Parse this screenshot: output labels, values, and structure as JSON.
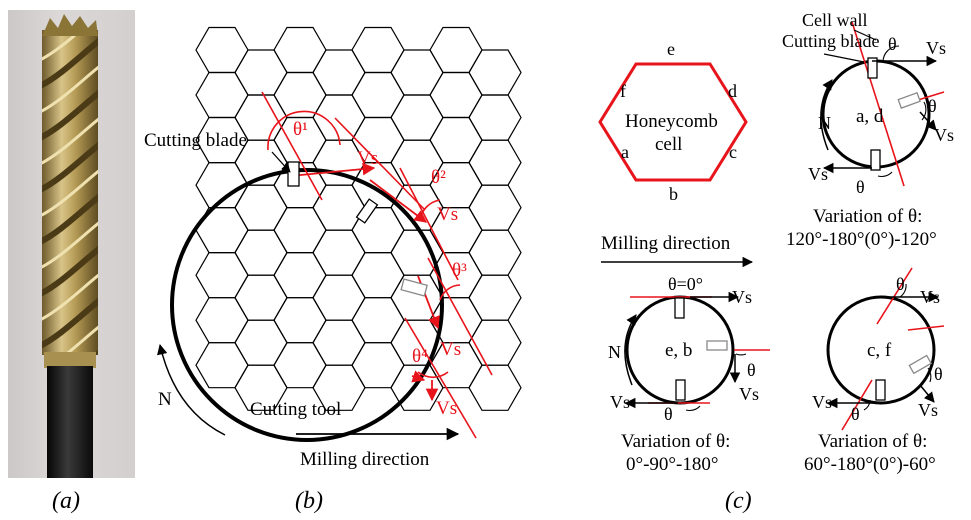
{
  "captions": {
    "a": "(a)",
    "b": "(b)",
    "c": "(c)"
  },
  "panel_b": {
    "cutting_blade": "Cutting blade",
    "vs": "Vs",
    "theta1": "θ¹",
    "theta2": "θ²",
    "theta3": "θ³",
    "theta4": "θ⁴",
    "n_label": "N",
    "cutting_tool": "Cutting tool",
    "milling_direction": "Milling direction"
  },
  "panel_c": {
    "edge_a": "a",
    "edge_b": "b",
    "edge_c": "c",
    "edge_d": "d",
    "edge_e": "e",
    "edge_f": "f",
    "cell_line1": "Honeycomb",
    "cell_line2": "cell",
    "cell_wall": "Cell wall",
    "cutting_blade": "Cutting blade",
    "theta": "θ",
    "theta_zero": "θ=0°",
    "vs": "Vs",
    "n_label": "N",
    "milling_direction": "Milling direction",
    "circle_ad": "a, d",
    "circle_eb": "e, b",
    "circle_cf": "c, f",
    "variation_label": "Variation of θ:",
    "range_ad": "120°-180°(0°)-120°",
    "range_eb": "0°-90°-180°",
    "range_cf": "60°-180°(0°)-60°"
  },
  "colors": {
    "accent_red": "#e8141b",
    "line": "#000000",
    "tool_brass": "#b8a060",
    "tool_shank": "#1c1c1c",
    "photo_background": "#d6d1d1"
  }
}
